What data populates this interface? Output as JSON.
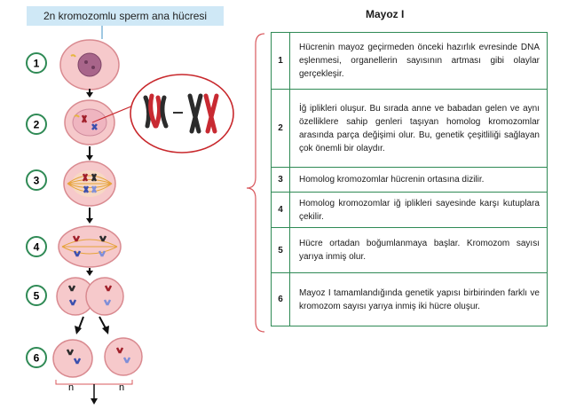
{
  "header_label": "2n kromozomlu sperm ana hücresi",
  "table_title": "Mayoz I",
  "step_numbers": [
    "1",
    "2",
    "3",
    "4",
    "5",
    "6"
  ],
  "steps": [
    {
      "number": "1",
      "text": "Hücrenin mayoz geçirmeden önceki hazırlık evresinde DNA eşlenmesi, organellerin sayısının artması gibi olaylar gerçekleşir."
    },
    {
      "number": "2",
      "text": "İğ iplikleri oluşur. Bu sırada anne ve babadan gelen ve aynı özelliklere sahip genleri taşıyan homolog kromozomlar arasında parça değişimi olur. Bu, genetik çeşitliliği sağlayan çok önemli bir olaydır."
    },
    {
      "number": "3",
      "text": "Homolog kromozomlar hücrenin ortasına dizilir."
    },
    {
      "number": "4",
      "text": "Homolog kromozomlar iğ iplikleri sayesinde karşı kutuplara çekilir."
    },
    {
      "number": "5",
      "text": "Hücre ortadan boğumlanmaya başlar. Kromozom sayısı yarıya inmiş olur."
    },
    {
      "number": "6",
      "text": "Mayoz I tamamlandığında genetik yapısı birbirinden farklı ve kromozom sayısı yarıya inmiş iki hücre oluşur."
    }
  ],
  "bottom_labels": [
    "n",
    "n"
  ],
  "colors": {
    "header_bg": "#cfe8f6",
    "cell_fill": "#f6c9cb",
    "cell_border": "#d98a90",
    "step_circle": "#2f8a55",
    "table_border": "#2f8a55",
    "brace": "#d9595e",
    "zoom_circle": "#c8282c"
  }
}
